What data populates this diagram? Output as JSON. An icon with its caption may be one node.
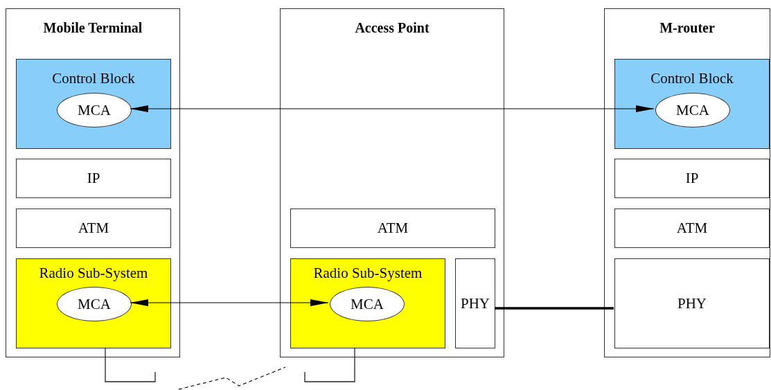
{
  "diagram": {
    "nodes": [
      {
        "text": [
          "Mobile Terminal"
        ]
      },
      {
        "text": [
          "Control Block"
        ],
        "in": 0
      },
      {
        "text": [
          "MCA"
        ],
        "in": 1
      },
      {
        "text": [
          "IP"
        ],
        "in": 0
      },
      {
        "text": [
          "ATM"
        ],
        "in": 0
      },
      {
        "text": [
          "Radio Sub-System"
        ],
        "in": 0
      },
      {
        "text": [
          "MCA"
        ],
        "in": 5
      },
      {
        "text": [
          "Access Point"
        ]
      },
      {
        "text": [
          "ATM"
        ],
        "in": 7
      },
      {
        "text": [
          "Radio Sub-System"
        ],
        "in": 7
      },
      {
        "text": [
          "MCA"
        ],
        "in": 9
      },
      {
        "text": [
          "PHY"
        ],
        "in": 7
      },
      {
        "text": [
          "M-router"
        ]
      },
      {
        "text": [
          "Control Block"
        ],
        "in": 12
      },
      {
        "text": [
          "MCA"
        ],
        "in": 13
      },
      {
        "text": [
          "IP"
        ],
        "in": 12
      },
      {
        "text": [
          "ATM"
        ],
        "in": 12
      },
      {
        "text": [
          "PHY"
        ],
        "in": 12
      }
    ],
    "edges": [
      {
        "from": 2,
        "to": 14,
        "arrow": "both"
      },
      {
        "from": 6,
        "to": 10,
        "arrow": "both"
      },
      {
        "from": 11,
        "to": 17,
        "arrow": "none",
        "style": "thick"
      }
    ]
  }
}
